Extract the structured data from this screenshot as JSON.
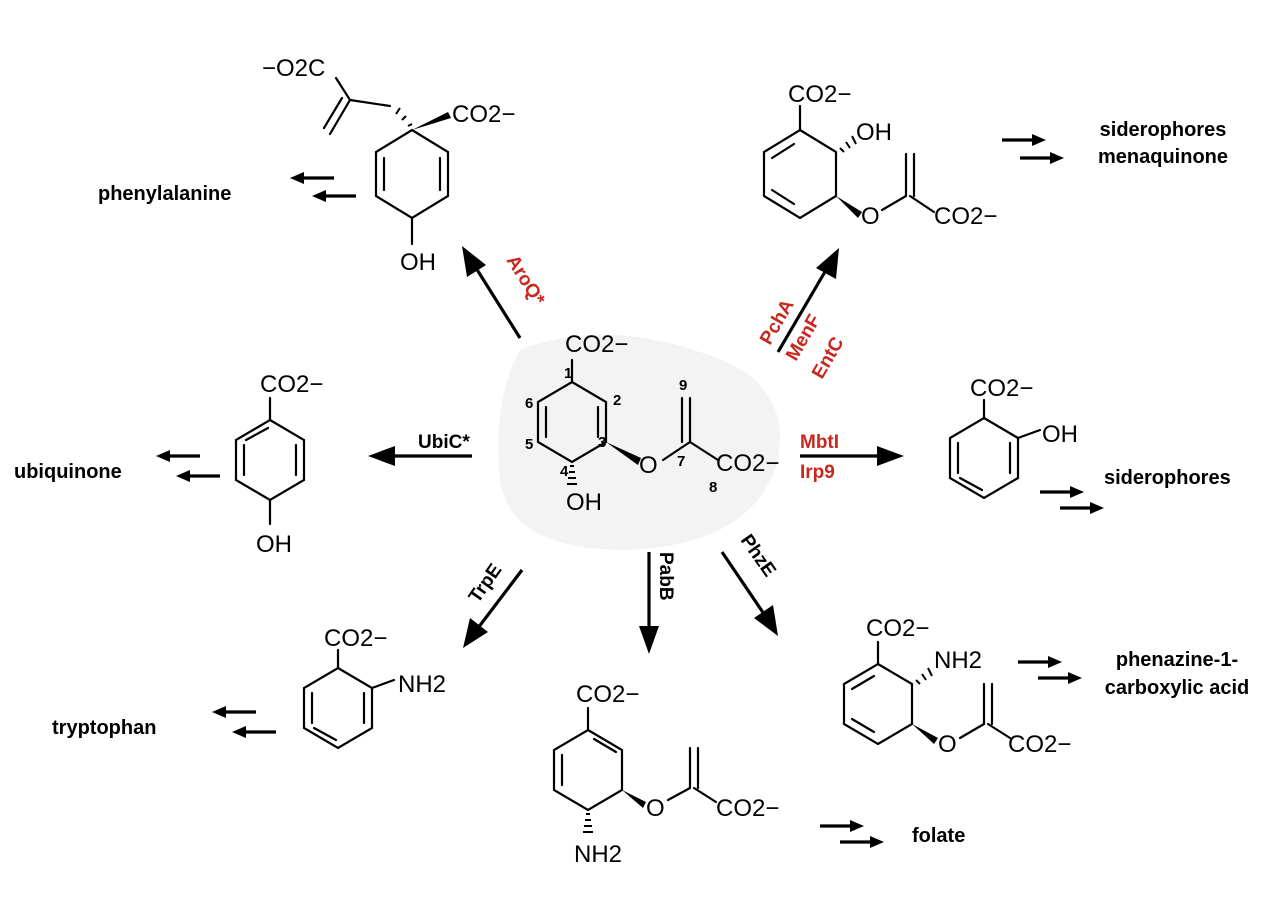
{
  "central_compound": {
    "carboxylate": "CO2−",
    "enolpyruvyl_carboxylate": "CO2−",
    "ether_oxygen": "O",
    "hydroxyl": "OH",
    "atom_numbers": [
      "1",
      "2",
      "3",
      "4",
      "5",
      "6",
      "7",
      "8",
      "9"
    ]
  },
  "enzymes": {
    "aroq": "AroQ*",
    "pcha": "PchA",
    "menf": "MenF",
    "entc": "EntC",
    "ubic": "UbiC*",
    "mbti": "MbtI",
    "irp9": "Irp9",
    "trpe": "TrpE",
    "pabb": "PabB",
    "phze": "PhzE"
  },
  "enzyme_colors": {
    "red": "#c8281e",
    "black": "#000000"
  },
  "products": {
    "phenylalanine": "phenylalanine",
    "siderophores_menaquinone": [
      "siderophores",
      "menaquinone"
    ],
    "ubiquinone": "ubiquinone",
    "siderophores": "siderophores",
    "tryptophan": "tryptophan",
    "folate": "folate",
    "phenazine": [
      "phenazine-1-",
      "carboxylic acid"
    ]
  },
  "groups": {
    "prephenate_carboxylate_top": "−O2C",
    "prephenate_carboxylate": "CO2−",
    "prephenate_hydroxyl": "OH",
    "isochorismate_carboxylate": "CO2−",
    "isochorismate_hydroxyl": "OH",
    "isochorismate_ether": "O",
    "isochorismate_enol_carboxylate": "CO2−",
    "hba_carboxylate": "CO2−",
    "hba_hydroxyl": "OH",
    "salicylate_carboxylate": "CO2−",
    "salicylate_hydroxyl": "OH",
    "anthranilate_carboxylate": "CO2−",
    "anthranilate_amine": "NH2",
    "adc_carboxylate": "CO2−",
    "adc_ether": "O",
    "adc_enol_carboxylate": "CO2−",
    "adc_amine": "NH2",
    "adic_carboxylate": "CO2−",
    "adic_amine": "NH2",
    "adic_ether": "O",
    "adic_enol_carboxylate": "CO2−"
  }
}
